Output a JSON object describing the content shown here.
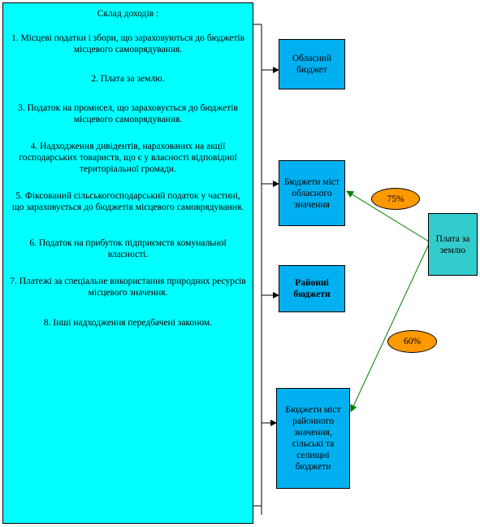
{
  "revenue_composition": {
    "title": "Склад доходів :",
    "items": [
      "1. Місцеві податки і збори, що зараховуються до бюджетів місцевого самоврядування.",
      "2. Плата за землю.",
      "3. Податок на промисел, що зараховується до бюджетів місцевого самоврядування.",
      "4. Надходження дивідентів, нарахованих на акції господарських товариств, що є у власності відповідної територіальної громади.",
      "5. Фіксований сільськогосподарський податок у частині, що зараховується до бюджетів місцевого самоврядування.",
      "6. Податок на прибуток підприємств комунальної власності.",
      "7. Платежі за спеціальне використання природних ресурсів місцевого значення.",
      "8. Інші надходження передбачені законом."
    ]
  },
  "budgets": {
    "oblast": "Обласний бюджет",
    "oblast_cities": "Бюджети міст обласного значення",
    "district": "Районні бюджети",
    "district_cities": "Бюджети міст районного значення, сільські та селищні бюджети"
  },
  "land_fee": {
    "label": "Плата за землю",
    "share_oblast_cities": "75%",
    "share_district_cities": "60%"
  },
  "colors": {
    "composition_fill": "#00ffff",
    "budget_fill": "#00b0f0",
    "land_fee_fill": "#33cccc",
    "percent_fill": "#ff9900",
    "arrow_green": "#008000"
  }
}
